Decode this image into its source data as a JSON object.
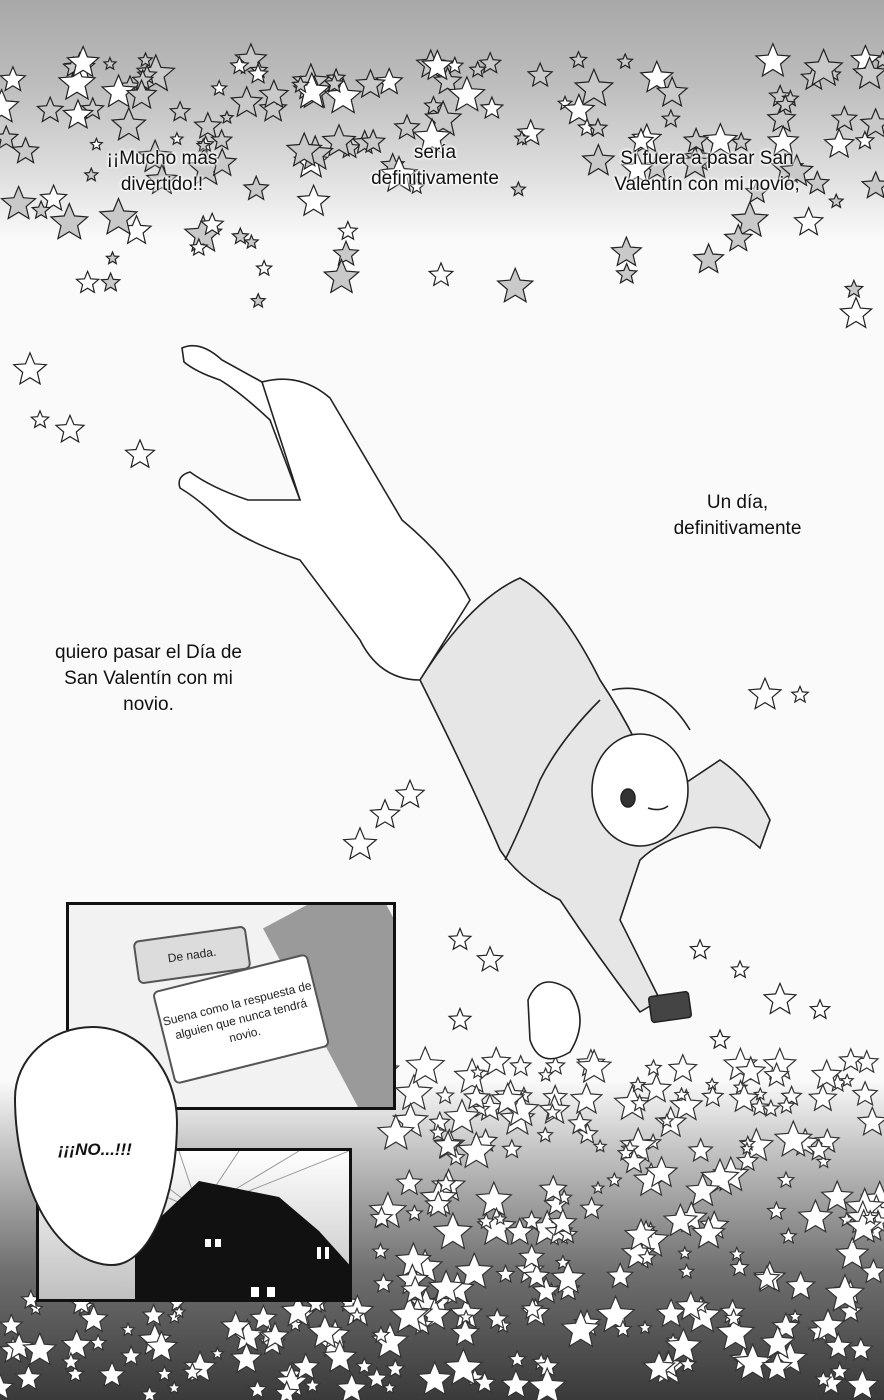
{
  "captions": {
    "mucho_mas": "¡¡Mucho más divertido!!",
    "seria": "sería definitivamente",
    "si_fuera": "Si fuera a pasar San Valentín con mi novio,",
    "un_dia": "Un día, definitivamente",
    "quiero_pasar": "quiero pasar el Día de San Valentín con mi novio."
  },
  "phone_panel": {
    "message_received": "De nada.",
    "message_reply": "Suena como la respuesta de alguien que nunca tendrá novio."
  },
  "shout": {
    "text": "¡¡¡NO...!!!"
  },
  "colors": {
    "ink": "#111111",
    "paper": "#fafafa",
    "screentone": "#a8a8a8",
    "night": "#3a3a3a"
  },
  "icons": {
    "star": "star-icon",
    "phone": "phone-icon",
    "house": "house-silhouette-icon"
  }
}
